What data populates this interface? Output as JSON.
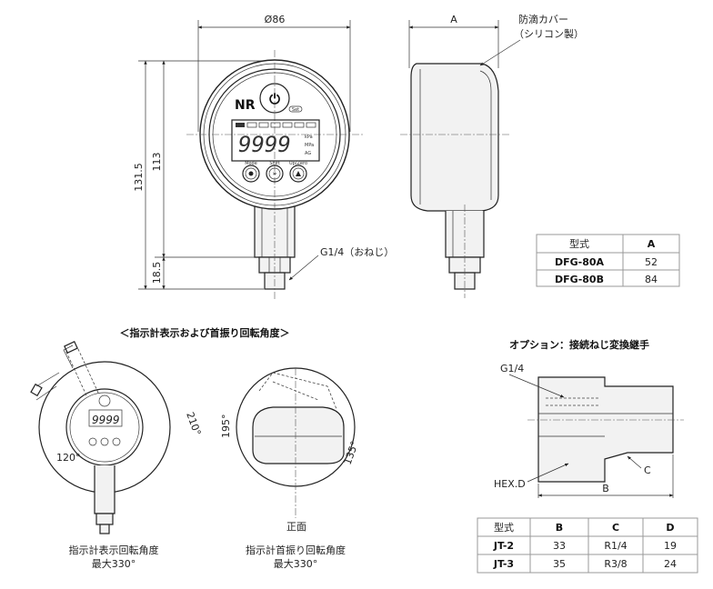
{
  "front_view": {
    "dim_diameter": "Ø86",
    "dim_total_height": "131.5",
    "dim_body_height": "113",
    "dim_thread": "18.5",
    "thread_label": "G1/4（おねじ）",
    "display": {
      "digits": "9999",
      "units": [
        "kPa",
        "MPa",
        "AG"
      ],
      "buttons": [
        "Mode",
        "Shift",
        "Up/Zero"
      ],
      "set_label": "Set"
    }
  },
  "side_view": {
    "dim_a": "A",
    "cover_label_1": "防滴カバー",
    "cover_label_2": "（シリコン製）"
  },
  "model_table": {
    "headers": [
      "型式",
      "A"
    ],
    "rows": [
      [
        "DFG-80A",
        "52"
      ],
      [
        "DFG-80B",
        "84"
      ]
    ]
  },
  "rotation_section": {
    "title": "＜指示計表示および首振り回転角度＞",
    "left": {
      "angle_1": "210°",
      "angle_2": "120°",
      "caption_1": "指示計表示回転角度",
      "caption_2": "最大330°"
    },
    "right": {
      "angle_1": "195°",
      "angle_2": "135°",
      "front_label": "正面",
      "caption_1": "指示計首振り回転角度",
      "caption_2": "最大330°"
    }
  },
  "option": {
    "title": "オプション：接続ねじ変換継手",
    "label_g": "G1/4",
    "label_hex": "HEX.D",
    "label_c": "C",
    "label_b": "B",
    "table": {
      "headers": [
        "型式",
        "B",
        "C",
        "D"
      ],
      "rows": [
        [
          "JT-2",
          "33",
          "R1/4",
          "19"
        ],
        [
          "JT-3",
          "35",
          "R3/8",
          "24"
        ]
      ]
    }
  }
}
